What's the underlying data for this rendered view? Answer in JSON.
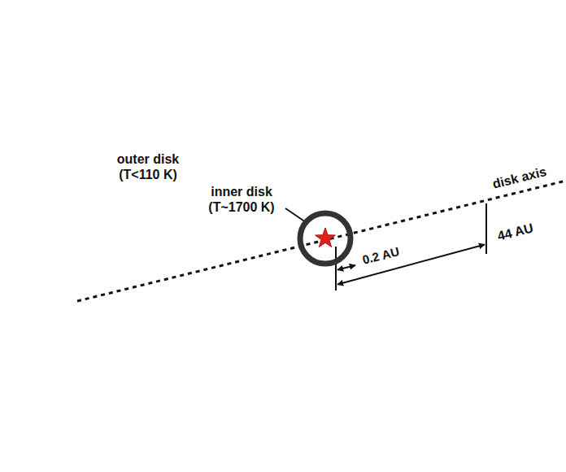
{
  "diagram": {
    "nodes": [
      {
        "text": [
          "outer disk (T<110 K)"
        ]
      },
      {
        "text": [
          "inner disk (T~1700 K)"
        ]
      }
    ],
    "labels": [
      "disk axis",
      "0.2 AU",
      "44 AU"
    ]
  }
}
